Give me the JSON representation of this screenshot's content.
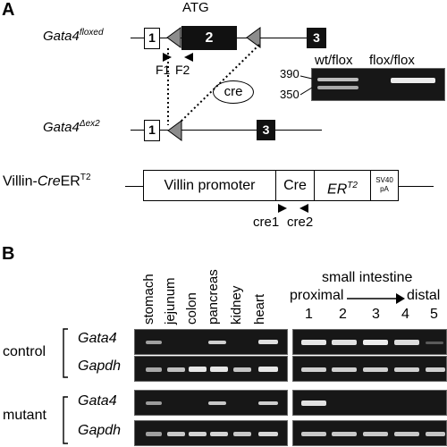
{
  "panel_a": {
    "letter": "A",
    "floxed": {
      "gene": "Gata4",
      "allele": "floxed"
    },
    "delta": {
      "gene": "Gata4",
      "allele": "Δex2"
    },
    "atg": "ATG",
    "exon1": "1",
    "exon2": "2",
    "exon3": "3",
    "primer_f1": "F1",
    "primer_f2": "F2",
    "cre_ellipse": "cre",
    "genotype_gel": {
      "col_wt_flox": "wt/flox",
      "col_flox_flox": "flox/flox",
      "marker_upper": "390",
      "marker_lower": "350"
    },
    "transgene": {
      "name_prefix": "Villin-",
      "name_italic": "Cre",
      "name_suffix": "ER",
      "name_sup": "T2",
      "promoter": "Villin promoter",
      "cre": "Cre",
      "er": "ER",
      "er_sup": "T2",
      "sv40_line1": "SV40",
      "sv40_line2": "pA",
      "primer_cre1": "cre1",
      "primer_cre2": "cre2"
    }
  },
  "panel_b": {
    "letter": "B",
    "tissues": [
      "stomach",
      "jejunum",
      "colon",
      "pancreas",
      "kidney",
      "heart"
    ],
    "small_intestine_title": "small intestine",
    "proximal": "proximal",
    "distal": "distal",
    "segments": [
      "1",
      "2",
      "3",
      "4",
      "5"
    ],
    "groups": [
      {
        "label": "control",
        "rows": [
          "Gata4",
          "Gapdh"
        ]
      },
      {
        "label": "mutant",
        "rows": [
          "Gata4",
          "Gapdh"
        ]
      }
    ]
  },
  "colors": {
    "exon_black": "#111111",
    "loxp_gray": "#8c8c8c",
    "gel_background": "#171717",
    "band_bright": "#e6e6e6"
  }
}
